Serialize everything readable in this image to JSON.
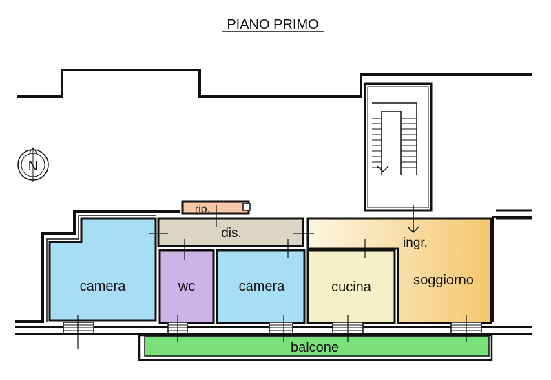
{
  "title": "PIANO PRIMO",
  "compass": {
    "letter": "N"
  },
  "colors": {
    "camera": "#a8def5",
    "wc": "#cdb3e8",
    "cucina": "#f6f0c6",
    "soggiorno_start": "#fdf6e4",
    "soggiorno_end": "#f5c76e",
    "dis": "#dbd6c3",
    "rip": "#f5c7a6",
    "balcone": "#79e07a",
    "wall": "#111111"
  },
  "rooms": {
    "camera_1": "camera",
    "wc": "wc",
    "camera_2": "camera",
    "cucina": "cucina",
    "soggiorno": "soggiorno",
    "ingresso": "ingr.",
    "disimpegno": "dis.",
    "ripostiglio": "rip.",
    "balcone": "balcone"
  }
}
